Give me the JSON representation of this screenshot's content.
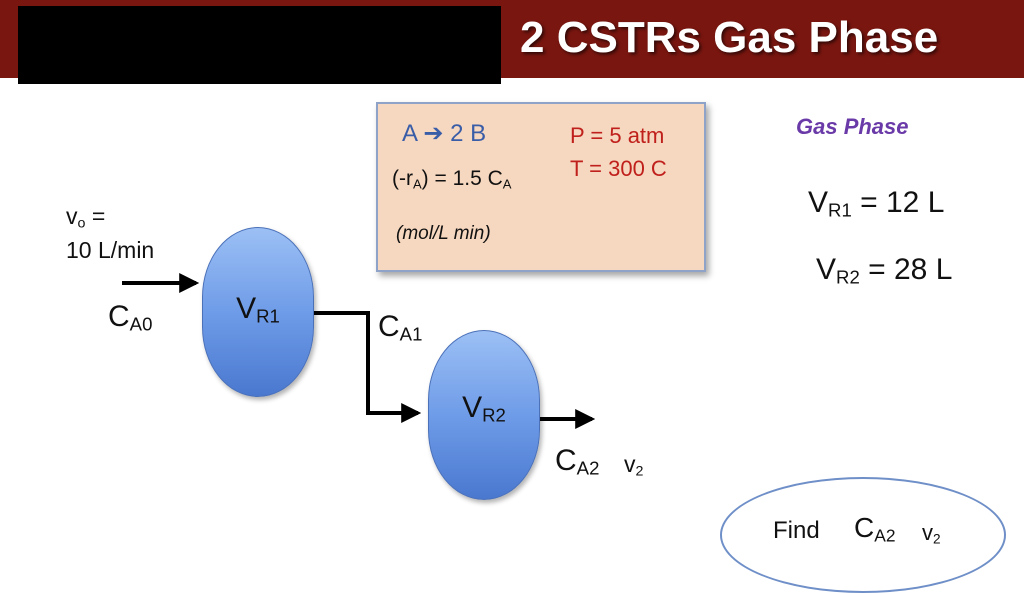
{
  "header": {
    "title": "2 CSTRs Gas Phase",
    "background_color": "#7a1610",
    "redaction_color": "#000000"
  },
  "reaction_box": {
    "reaction_left": "A",
    "reaction_arrow": "➔",
    "reaction_right": "2 B",
    "rate_prefix": "(-r",
    "rate_sub": "A",
    "rate_mid": ") = 1.5 C",
    "rate_sub2": "A",
    "units": "(mol/L min)",
    "pressure": "P = 5 atm",
    "temperature": "T = 300 C"
  },
  "inlet": {
    "flow_symbol": "v",
    "flow_sub": "o",
    "flow_eq": "=",
    "flow_value": "10 L/min",
    "conc_symbol": "C",
    "conc_sub": "A0"
  },
  "reactor1": {
    "symbol": "V",
    "sub": "R1"
  },
  "intermediate": {
    "symbol": "C",
    "sub": "A1"
  },
  "reactor2": {
    "symbol": "V",
    "sub": "R2"
  },
  "outlet": {
    "conc_symbol": "C",
    "conc_sub": "A2",
    "flow_symbol": "v",
    "flow_sub": "2"
  },
  "specs": {
    "phase_label": "Gas Phase",
    "vr1_symbol": "V",
    "vr1_sub": "R1",
    "vr1_value": "= 12 L",
    "vr2_symbol": "V",
    "vr2_sub": "R2",
    "vr2_value": "= 28 L"
  },
  "find": {
    "label": "Find",
    "conc_symbol": "C",
    "conc_sub": "A2",
    "flow_symbol": "v",
    "flow_sub": "2"
  }
}
